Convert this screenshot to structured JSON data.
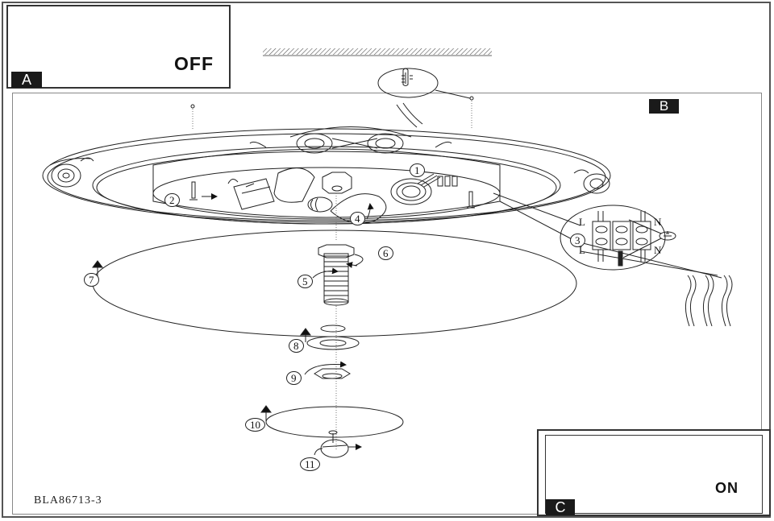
{
  "document": {
    "type": "assembly-instructions",
    "model_code": "BLA86713-3"
  },
  "panels": {
    "a": {
      "label": "A",
      "instruction": "OFF",
      "icon": "circuit-breaker-panel"
    },
    "b": {
      "label": "B"
    },
    "c": {
      "label": "C",
      "instruction": "ON",
      "icon": "circuit-breaker-panel"
    }
  },
  "steps": [
    {
      "number": "1",
      "part": "wire-connector"
    },
    {
      "number": "2",
      "part": "mounting-screw"
    },
    {
      "number": "3",
      "part": "terminal-block"
    },
    {
      "number": "4",
      "part": "bulb"
    },
    {
      "number": "5",
      "part": "threaded-rod"
    },
    {
      "number": "6",
      "part": "nut"
    },
    {
      "number": "7",
      "part": "glass-shade"
    },
    {
      "number": "8",
      "part": "washer"
    },
    {
      "number": "9",
      "part": "cap-nut"
    },
    {
      "number": "10",
      "part": "decorative-disc"
    },
    {
      "number": "11",
      "part": "finial"
    }
  ],
  "terminal_labels": {
    "top_left": "L",
    "top_right": "N",
    "bottom_left": "L",
    "bottom_right": "N",
    "earth_symbol": "earth-ground"
  },
  "colors": {
    "line": "#222222",
    "tag_bg": "#1a1a1a",
    "tag_text": "#ffffff"
  }
}
